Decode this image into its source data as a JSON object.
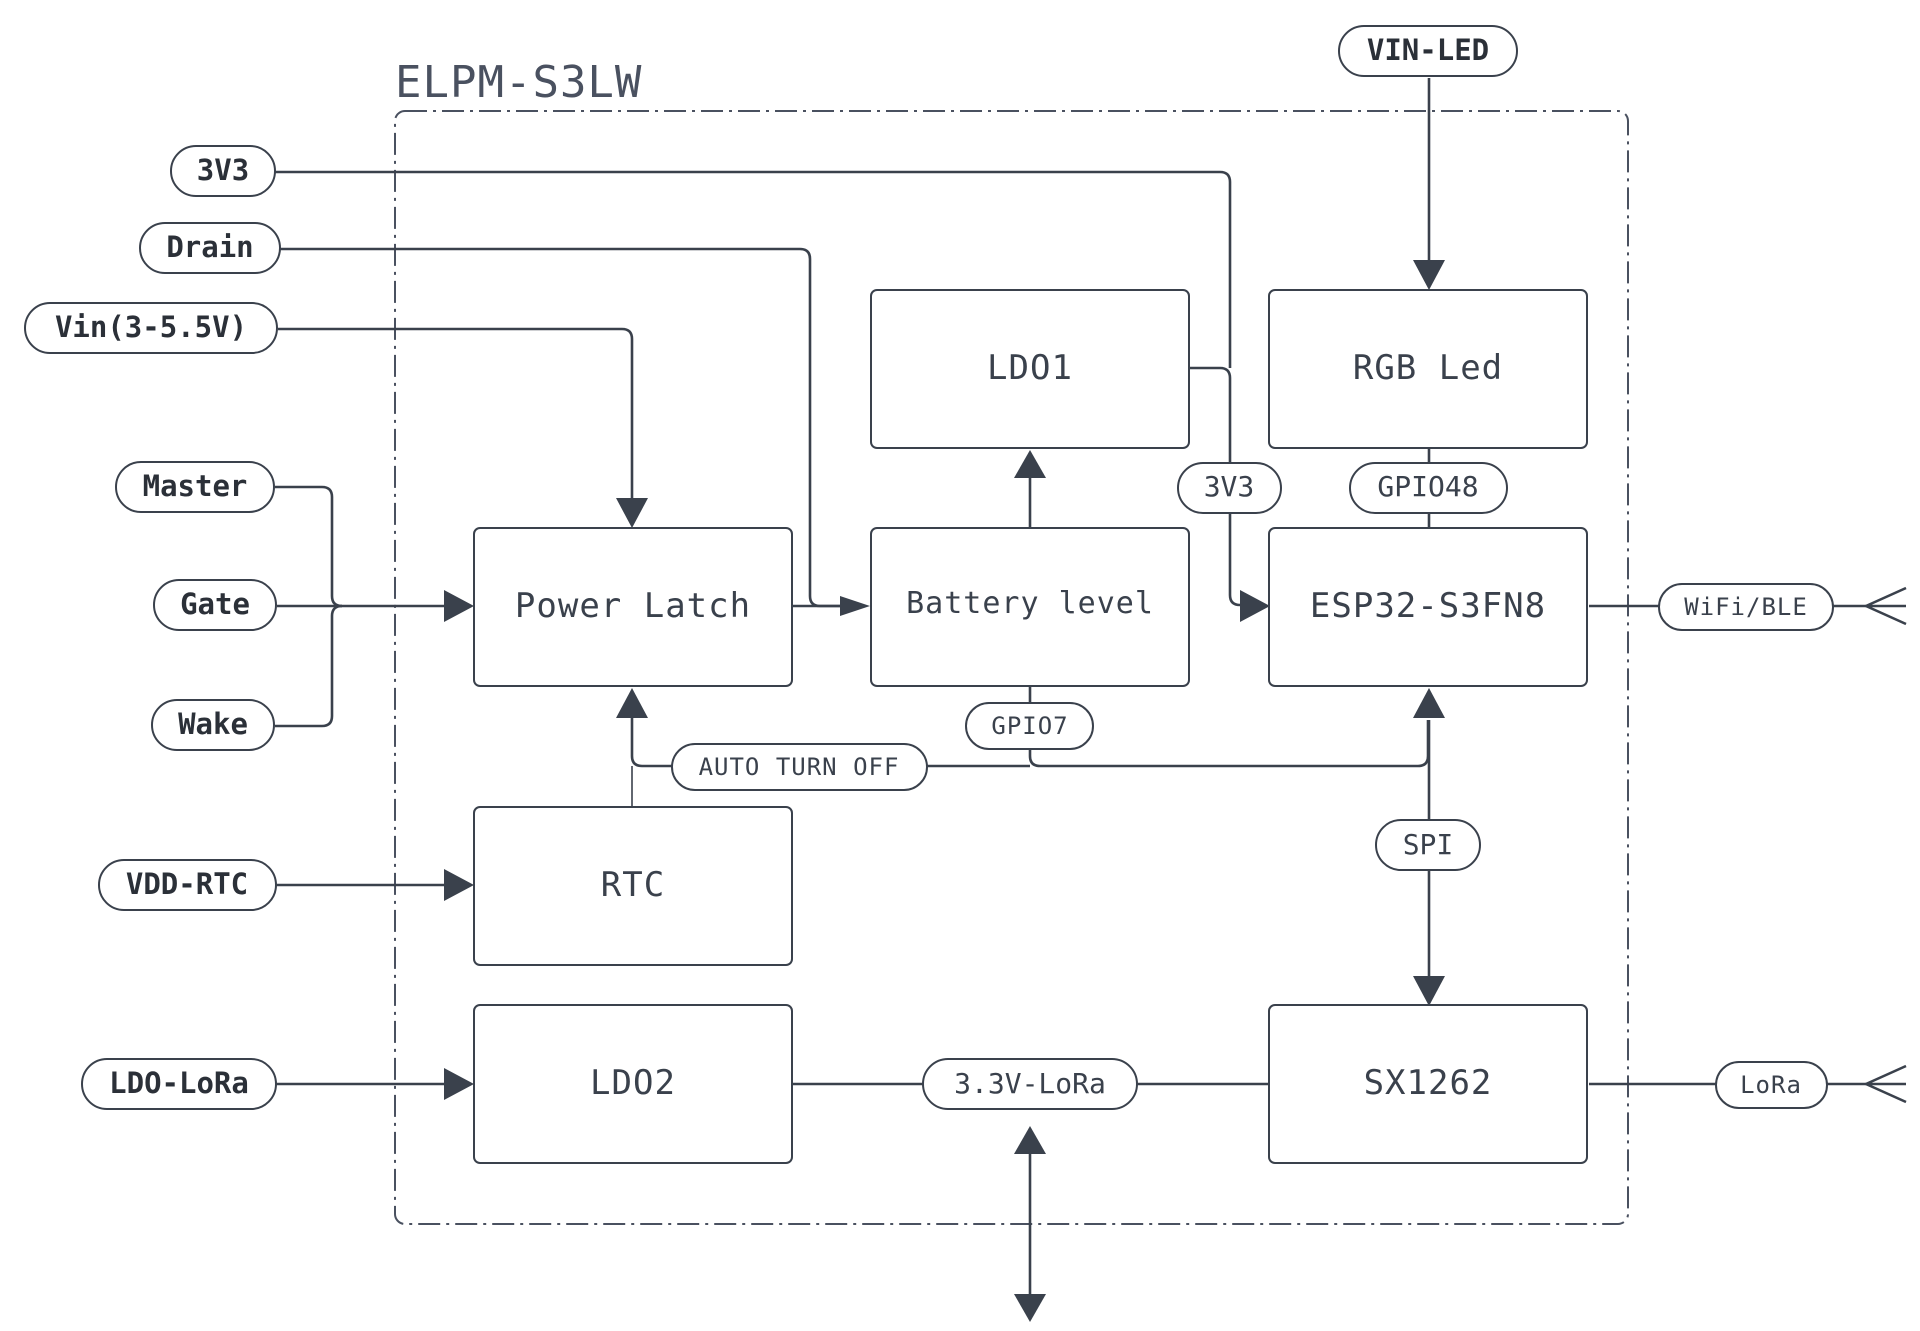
{
  "module": {
    "title": "ELPM-S3LW"
  },
  "blocks": {
    "ldo1": "LDO1",
    "rgb_led": "RGB Led",
    "power_latch": "Power Latch",
    "battery_level": "Battery level",
    "esp32": "ESP32-S3FN8",
    "rtc": "RTC",
    "ldo2": "LDO2",
    "sx1262": "SX1262"
  },
  "ports": {
    "vin_led": "VIN-LED",
    "v3v3": "3V3",
    "drain": "Drain",
    "vin": "Vin(3-5.5V)",
    "master": "Master",
    "gate": "Gate",
    "wake": "Wake",
    "vdd_rtc": "VDD-RTC",
    "ldo_lora": "LDO-LoRa"
  },
  "nets": {
    "n3v3": "3V3",
    "gpio48": "GPIO48",
    "gpio7": "GPIO7",
    "auto_turn_off": "AUTO TURN OFF",
    "spi": "SPI",
    "lora_supply": "3.3V-LoRa",
    "wifi_ble": "WiFi/BLE",
    "lora": "LoRa"
  },
  "colors": {
    "stroke": "#3a414c",
    "text": "#2b3038",
    "background": "#ffffff"
  },
  "icons": {
    "antenna": "antenna-icon"
  }
}
